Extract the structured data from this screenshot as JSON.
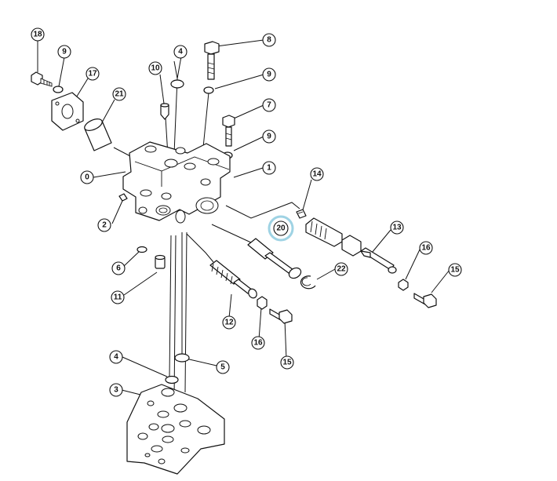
{
  "diagram": {
    "highlight_color": "#9fd3e4",
    "highlighted_callout": "20",
    "callouts": [
      {
        "id": "c18a",
        "label": "18"
      },
      {
        "id": "c9a",
        "label": "9"
      },
      {
        "id": "c17",
        "label": "17"
      },
      {
        "id": "c21",
        "label": "21"
      },
      {
        "id": "c10",
        "label": "10"
      },
      {
        "id": "c4a",
        "label": "4"
      },
      {
        "id": "c8",
        "label": "8"
      },
      {
        "id": "c9b",
        "label": "9"
      },
      {
        "id": "c7",
        "label": "7"
      },
      {
        "id": "c9c",
        "label": "9"
      },
      {
        "id": "c0",
        "label": "0"
      },
      {
        "id": "c1",
        "label": "1"
      },
      {
        "id": "c14",
        "label": "14"
      },
      {
        "id": "c20",
        "label": "20"
      },
      {
        "id": "c2",
        "label": "2"
      },
      {
        "id": "c13",
        "label": "13"
      },
      {
        "id": "c16a",
        "label": "16"
      },
      {
        "id": "c15a",
        "label": "15"
      },
      {
        "id": "c22",
        "label": "22"
      },
      {
        "id": "c6",
        "label": "6"
      },
      {
        "id": "c11",
        "label": "11"
      },
      {
        "id": "c12",
        "label": "12"
      },
      {
        "id": "c16b",
        "label": "16"
      },
      {
        "id": "c15b",
        "label": "15"
      },
      {
        "id": "c4b",
        "label": "4"
      },
      {
        "id": "c5",
        "label": "5"
      },
      {
        "id": "c3",
        "label": "3"
      }
    ]
  }
}
